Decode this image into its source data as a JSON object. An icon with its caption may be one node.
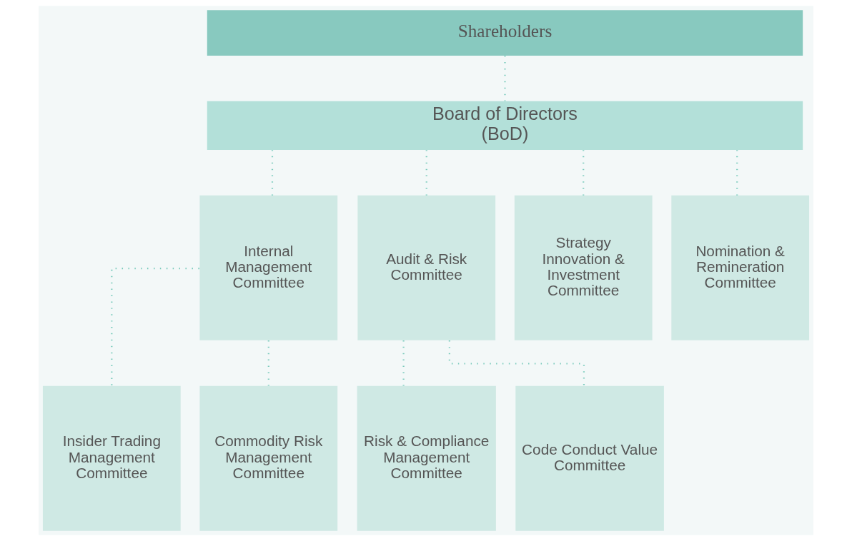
{
  "diagram": {
    "nodes": [
      {
        "text": [
          "Shareholders"
        ]
      },
      {
        "text": [
          "Board of Directors (BoD)"
        ]
      },
      {
        "text": [
          "Internal Management Committee"
        ]
      },
      {
        "text": [
          "Audit & Risk Committee"
        ]
      },
      {
        "text": [
          "Strategy Innovation & Investment Committee"
        ]
      },
      {
        "text": [
          "Nomination & Remineration Committee"
        ]
      },
      {
        "text": [
          "Insider Trading Management Committee"
        ]
      },
      {
        "text": [
          "Commodity Risk Management Committee"
        ]
      },
      {
        "text": [
          "Risk & Compliance Management Committee"
        ]
      },
      {
        "text": [
          "Code Conduct Value Committee"
        ]
      }
    ],
    "edges": [
      {
        "from": 0,
        "to": 1,
        "arrow": "none",
        "style": "dashed"
      },
      {
        "from": 1,
        "to": 2,
        "arrow": "none",
        "style": "dashed"
      },
      {
        "from": 1,
        "to": 3,
        "arrow": "none",
        "style": "dashed"
      },
      {
        "from": 1,
        "to": 4,
        "arrow": "none",
        "style": "dashed"
      },
      {
        "from": 1,
        "to": 5,
        "arrow": "none",
        "style": "dashed"
      },
      {
        "from": 2,
        "to": 6,
        "arrow": "none",
        "style": "dashed"
      },
      {
        "from": 2,
        "to": 7,
        "arrow": "none",
        "style": "dashed"
      },
      {
        "from": 3,
        "to": 8,
        "arrow": "none",
        "style": "dashed"
      },
      {
        "from": 3,
        "to": 9,
        "arrow": "none",
        "style": "dashed"
      }
    ]
  }
}
